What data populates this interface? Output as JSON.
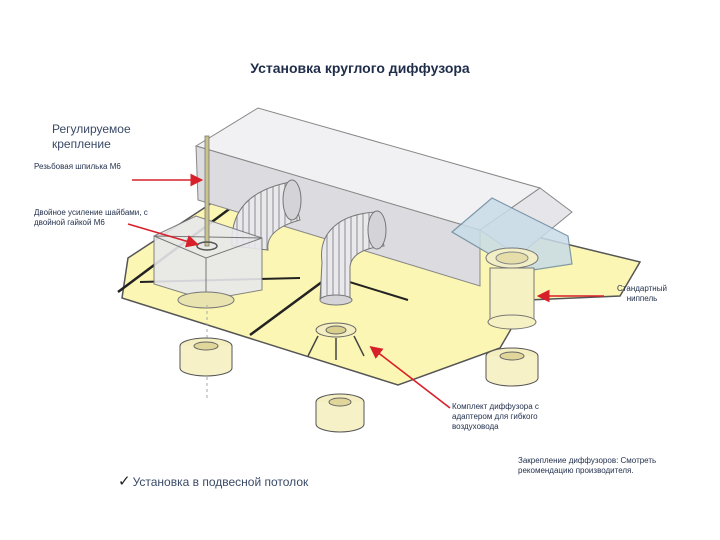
{
  "title": "Установка круглого диффузора",
  "labels": {
    "adjustable_mount": "Регулируемое крепление",
    "threaded_rod": "Резьбовая шпилька М6",
    "double_reinforcement": "Двойное усиление шайбами, с двойной гайкой М6",
    "standard_nipple": "Стандартный ниппель",
    "diffuser_kit": "Комплект диффузора с адаптером для гибкого воздуховода",
    "diffuser_mounting": "Закрепление диффузоров: Смотреть рекомендацию производителя."
  },
  "footer": {
    "check_icon": "check-icon",
    "text": "Установка в подвесной потолок"
  },
  "colors": {
    "ceiling": "#fbf6b4",
    "duct": "#e4e4e8",
    "arrow": "#d8202a",
    "title": "#1f2d4a"
  }
}
